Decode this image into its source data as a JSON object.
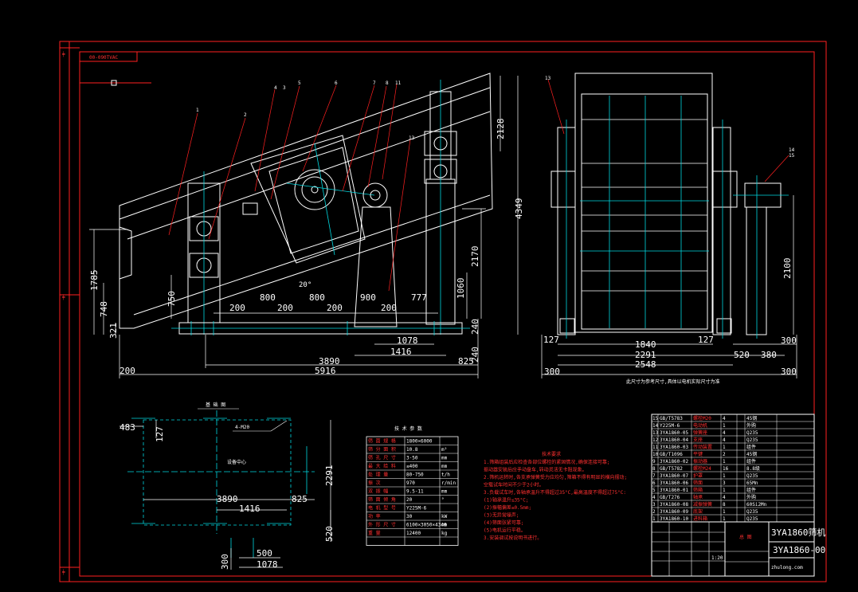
{
  "colors": {
    "background": "#000000",
    "frame": "#ff2020",
    "outline": "#ffffff",
    "centerline": "#00d8e0"
  },
  "side_view": {
    "code_box": "00-090TVAC",
    "part_numbers": [
      "1",
      "2",
      "4",
      "3",
      "5",
      "6",
      "7",
      "8",
      "11",
      "13"
    ],
    "dim_height_total": "4349",
    "dim_height_upper": "2128",
    "dim_2170": "2170",
    "dim_1060": "1060",
    "dim_1785": "1785",
    "dim_748": "748",
    "dim_321": "321",
    "dim_750": "750",
    "dim_240": "240",
    "dim_angle": "20°",
    "spacings": [
      "200",
      "800",
      "200",
      "800",
      "200",
      "900",
      "200",
      "777"
    ],
    "dim_1078": "1078",
    "dim_1416": "1416",
    "dim_3890": "3890",
    "dim_825": "825",
    "dim_240b": "240",
    "dim_200": "200",
    "dim_5916": "5916"
  },
  "front_view": {
    "part_numbers": [
      "13",
      "14",
      "15"
    ],
    "dim_127_left": "127",
    "dim_1840": "1840",
    "dim_127_right": "127",
    "dim_2291": "2291",
    "dim_2548": "2548",
    "dim_300_left": "300",
    "dim_520": "520",
    "dim_380": "380",
    "dim_300_mid": "300",
    "dim_300_right": "300",
    "dim_2100": "2100",
    "note": "此尺寸为参考尺寸,具体以电机实际尺寸为准"
  },
  "foundation": {
    "title": "基 础 图",
    "bolt_label": "4-M20",
    "center_label": "设备中心",
    "dim_483": "483",
    "dim_127": "127",
    "dim_3890": "3890",
    "dim_1416": "1416",
    "dim_825": "825",
    "dim_2291": "2291",
    "dim_520": "520",
    "dim_500": "500",
    "dim_1078": "1078",
    "dim_300": "300"
  },
  "params_table": {
    "title": "技 术 参 数",
    "rows": [
      [
        "筛 面 规 格",
        "1800×6000",
        ""
      ],
      [
        "筛 分 面 积",
        "10.8",
        "m²"
      ],
      [
        "筛 孔 尺 寸",
        "3-50",
        "mm"
      ],
      [
        "最 大 给 料",
        "≤400",
        "mm"
      ],
      [
        "处 理 量",
        "80-750",
        "t/h"
      ],
      [
        "振 次",
        "970",
        "r/min"
      ],
      [
        "双 振 幅",
        "9.5-11",
        "mm"
      ],
      [
        "筛 面 倾 角",
        "20",
        "°"
      ],
      [
        "电 机 型 号",
        "Y225M-6",
        ""
      ],
      [
        "功 率",
        "30",
        "kW"
      ],
      [
        "外 形 尺 寸",
        "6100×3050×4340",
        "mm"
      ],
      [
        "重 量",
        "12400",
        "kg"
      ],
      [
        "",
        "",
        ""
      ]
    ]
  },
  "tech_notes": {
    "title": "技术要求",
    "lines": [
      "1.筛箱组装后应检查各部位螺栓的紧固情况,确保连接可靠;",
      "  振动器安装后应手动盘车,转动灵活无卡阻现象。",
      "2.筛机运转时,各支承弹簧受力应均匀,筛箱不得有明显的横向摆动;",
      "  空载试车时间不少于2小时。",
      "3.负载试车时,各轴承温升不得超过35°C,最高温度不得超过75°C:",
      "  (1)轴承温升≤35°C;",
      "  (2)振幅偏差≤0.5mm;",
      "  (3)无异常噪声;",
      "  (4)筛面张紧可靠;",
      "  (5)电机运行平稳。",
      "3.安装调试按说明书进行。"
    ]
  },
  "title_block": {
    "part_rows": [
      [
        "15",
        "GB/T5783",
        "螺栓M20",
        "4",
        "",
        "45钢"
      ],
      [
        "14",
        "Y225M-6",
        "电动机",
        "1",
        "",
        "外购"
      ],
      [
        "13",
        "3YA1860-05",
        "弹簧座",
        "4",
        "",
        "Q235"
      ],
      [
        "12",
        "3YA1860-04",
        "支座",
        "4",
        "",
        "Q235"
      ],
      [
        "11",
        "3YA1860-03",
        "传动装置",
        "1",
        "",
        "组件"
      ],
      [
        "10",
        "GB/T1096",
        "平键",
        "2",
        "",
        "45钢"
      ],
      [
        "9",
        "3YA1860-02",
        "振动器",
        "1",
        "",
        "组件"
      ],
      [
        "8",
        "GB/T5782",
        "螺栓M24",
        "16",
        "",
        "8.8级"
      ],
      [
        "7",
        "3YA1860-07",
        "护罩",
        "1",
        "",
        "Q235"
      ],
      [
        "6",
        "3YA1860-06",
        "筛面",
        "3",
        "",
        "65Mn"
      ],
      [
        "5",
        "3YA1860-01",
        "筛箱",
        "1",
        "",
        "组件"
      ],
      [
        "4",
        "GB/T276",
        "轴承",
        "4",
        "",
        "外购"
      ],
      [
        "3",
        "3YA1860-08",
        "减振弹簧",
        "8",
        "",
        "60Si2Mn"
      ],
      [
        "2",
        "3YA1860-09",
        "底架",
        "1",
        "",
        "Q235"
      ],
      [
        "1",
        "3YA1860-10",
        "进料箱",
        "1",
        "",
        "Q235"
      ]
    ],
    "assembly_label": "总 图",
    "drawing_name": "3YA1860筛机",
    "drawing_number": "3YA1860-00",
    "scale": "1:20",
    "footer_site": "zhulong.com"
  }
}
